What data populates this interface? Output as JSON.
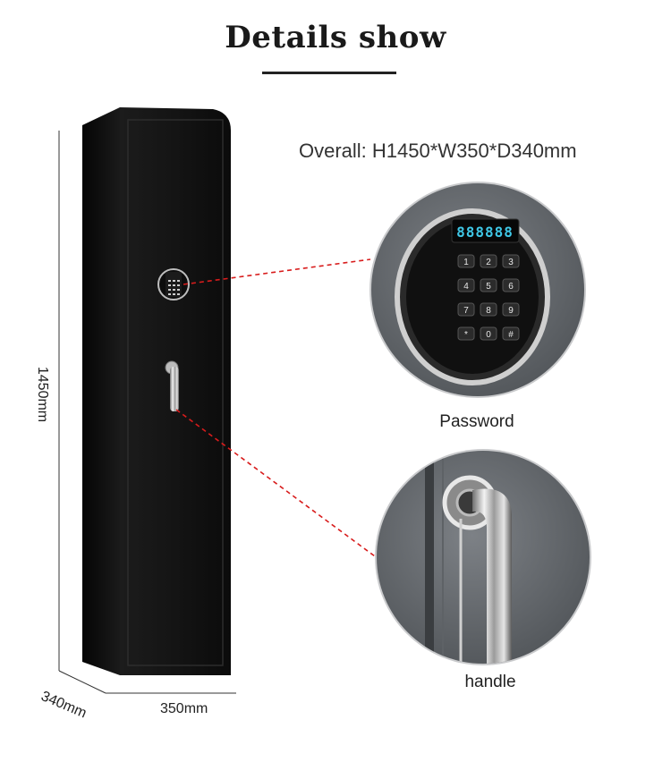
{
  "title": "Details show",
  "overall": "Overall:  H1450*W350*D340mm",
  "dimensions": {
    "height": "1450mm",
    "width": "350mm",
    "depth": "340mm"
  },
  "callouts": [
    {
      "label": "Password"
    },
    {
      "label": "handle"
    }
  ],
  "keypad": {
    "display": "888888",
    "keys": [
      "1",
      "2",
      "3",
      "4",
      "5",
      "6",
      "7",
      "8",
      "9",
      "*",
      "0",
      "#"
    ]
  },
  "colors": {
    "safe_body": "#111111",
    "callout_line": "#d81c1c",
    "display_digits": "#3fc7e6",
    "panel_gray": "#6b6f74"
  }
}
